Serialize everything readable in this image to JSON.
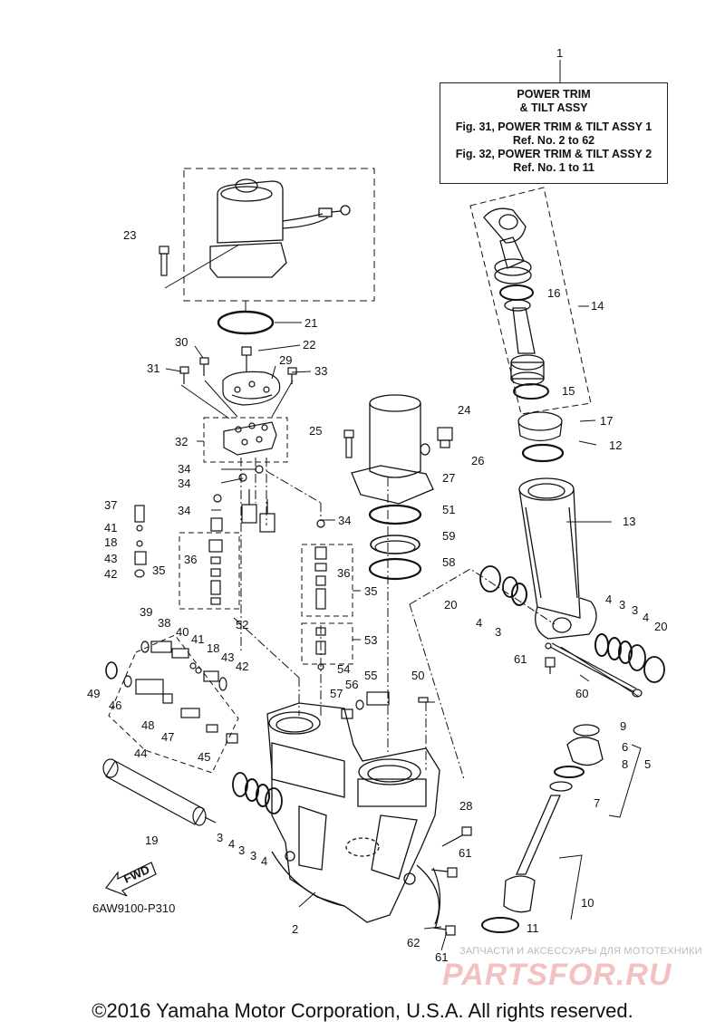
{
  "title_box": {
    "ref": "1",
    "line1": "POWER TRIM",
    "line2": "& TILT ASSY",
    "line3": "Fig. 31, POWER TRIM & TILT ASSY 1",
    "line4": "Ref. No. 2 to 62",
    "line5": "Fig. 32, POWER TRIM & TILT ASSY 2",
    "line6": "Ref. No. 1 to 11"
  },
  "diagram_code": "6AW9100-P310",
  "fwd_label": "FWD",
  "copyright": "©2016 Yamaha Motor Corporation, U.S.A. All rights reserved.",
  "watermark": {
    "top": "ЗАПЧАСТИ И АКСЕССУАРЫ ДЛЯ МОТОТЕХНИКИ",
    "logo": "PARTSFOR.RU"
  },
  "callouts": {
    "n1": "1",
    "n2": "2",
    "n3a": "3",
    "n3b": "3",
    "n3c": "3",
    "n3d": "3",
    "n3e": "3",
    "n4a": "4",
    "n4b": "4",
    "n4c": "4",
    "n4d": "4",
    "n4e": "4",
    "n5": "5",
    "n6": "6",
    "n7": "7",
    "n8": "8",
    "n9": "9",
    "n10": "10",
    "n11": "11",
    "n12": "12",
    "n13": "13",
    "n14": "14",
    "n15": "15",
    "n16": "16",
    "n17": "17",
    "n18a": "18",
    "n18b": "18",
    "n19": "19",
    "n20a": "20",
    "n20b": "20",
    "n21": "21",
    "n22": "22",
    "n23": "23",
    "n24": "24",
    "n25": "25",
    "n26": "26",
    "n27": "27",
    "n28": "28",
    "n29": "29",
    "n30": "30",
    "n31": "31",
    "n32": "32",
    "n33": "33",
    "n34a": "34",
    "n34b": "34",
    "n34c": "34",
    "n34d": "34",
    "n35a": "35",
    "n35b": "35",
    "n36a": "36",
    "n36b": "36",
    "n37": "37",
    "n38": "38",
    "n39": "39",
    "n40": "40",
    "n41a": "41",
    "n41b": "41",
    "n42a": "42",
    "n42b": "42",
    "n43a": "43",
    "n43b": "43",
    "n44": "44",
    "n45": "45",
    "n46": "46",
    "n47": "47",
    "n48": "48",
    "n49": "49",
    "n50": "50",
    "n51": "51",
    "n52": "52",
    "n53": "53",
    "n54": "54",
    "n55": "55",
    "n56": "56",
    "n57": "57",
    "n58": "58",
    "n59": "59",
    "n60": "60",
    "n61a": "61",
    "n61b": "61",
    "n61c": "61",
    "n62": "62"
  }
}
